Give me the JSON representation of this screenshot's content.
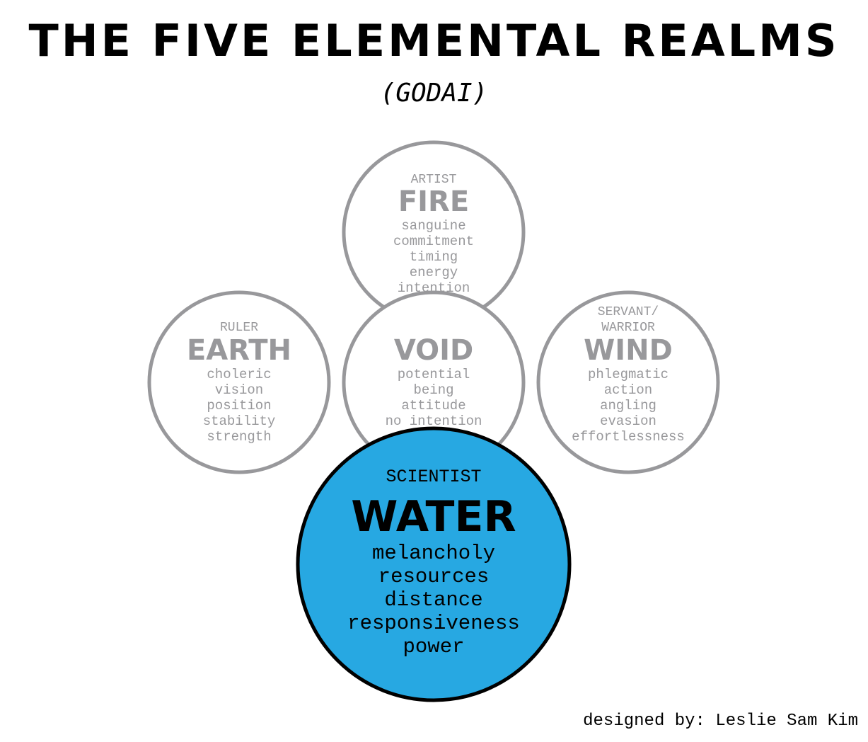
{
  "title": "THE FIVE ELEMENTAL REALMS",
  "subtitle": "(GODAI)",
  "credit": "designed by: Leslie Sam Kim",
  "colors": {
    "inactive": "#98989b",
    "active_fill": "#27a8e2",
    "active_stroke": "#000000",
    "active_text": "#000000"
  },
  "elements": {
    "fire": {
      "role": "ARTIST",
      "name": "FIRE",
      "traits": [
        "sanguine",
        "commitment",
        "timing",
        "energy",
        "intention"
      ]
    },
    "earth": {
      "role": "RULER",
      "name": "EARTH",
      "traits": [
        "choleric",
        "vision",
        "position",
        "stability",
        "strength"
      ]
    },
    "void": {
      "role": "",
      "name": "VOID",
      "traits": [
        "potential",
        "being",
        "attitude",
        "no intention"
      ]
    },
    "wind": {
      "role_line1": "SERVANT/",
      "role_line2": "WARRIOR",
      "name": "WIND",
      "traits": [
        "phlegmatic",
        "action",
        "angling",
        "evasion",
        "effortlessness"
      ]
    },
    "water": {
      "role": "SCIENTIST",
      "name": "WATER",
      "traits": [
        "melancholy",
        "resources",
        "distance",
        "responsiveness",
        "power"
      ]
    }
  }
}
